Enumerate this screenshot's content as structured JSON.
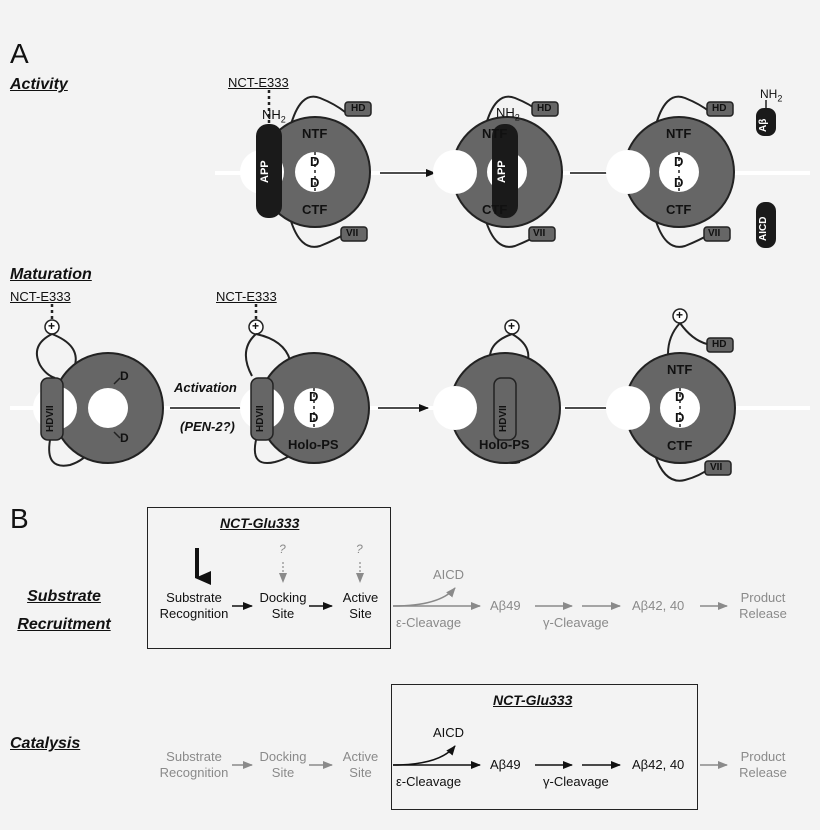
{
  "panel_a": {
    "label": "A",
    "activity": {
      "section": "Activity",
      "nct": "NCT-E333",
      "nh2": "NH",
      "nh2_sub": "2",
      "hd": "HD",
      "vii": "VII",
      "ntf": "NTF",
      "ctf": "CTF",
      "d": "D",
      "app": "APP",
      "abeta_nh2": "NH",
      "abeta_nh2_sub": "2",
      "abeta": "Aβ",
      "aicd": "AICD"
    },
    "maturation": {
      "section": "Maturation",
      "nct": "NCT-E333",
      "plus": "+",
      "hdvii": "HDVII",
      "d": "D",
      "activation": "Activation",
      "pen2": "(PEN-2?)",
      "holo_ps": "Holo-PS",
      "hd": "HD",
      "vii": "VII",
      "ntf": "NTF",
      "ctf": "CTF"
    }
  },
  "panel_b": {
    "label": "B",
    "box_title": "NCT-Glu333",
    "question": "?",
    "rows": [
      {
        "section": "Substrate\nRecruitment"
      },
      {
        "section": "Catalysis"
      }
    ],
    "steps": {
      "recognition": "Substrate\nRecognition",
      "docking": "Docking\nSite",
      "active": "Active\nSite",
      "aicd": "AICD",
      "epsilon": "ε-Cleavage",
      "ab49": "Aβ49",
      "gamma": "γ-Cleavage",
      "ab4240": "Aβ42, 40",
      "release": "Product\nRelease"
    }
  }
}
